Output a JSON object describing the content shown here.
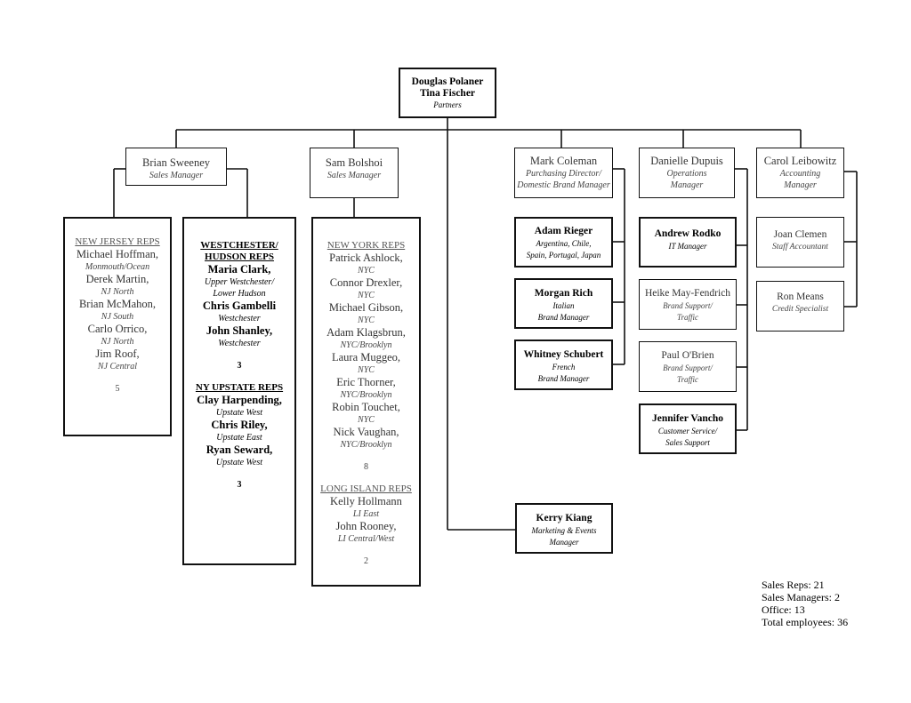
{
  "partners": {
    "names": [
      "Douglas Polaner",
      "Tina Fischer"
    ],
    "title": "Partners"
  },
  "managers": {
    "brian": {
      "name": "Brian Sweeney",
      "title": "Sales Manager"
    },
    "sam": {
      "name": "Sam Bolshoi",
      "title": "Sales Manager"
    },
    "mark": {
      "name": "Mark Coleman",
      "title_lines": [
        "Purchasing Director/",
        "Domestic Brand Manager"
      ]
    },
    "danielle": {
      "name": "Danielle Dupuis",
      "title_lines": [
        "Operations",
        "Manager"
      ]
    },
    "carol": {
      "name": "Carol Leibowitz",
      "title_lines": [
        "Accounting",
        "Manager"
      ]
    }
  },
  "nj_reps": {
    "header": "NEW JERSEY REPS",
    "reps": [
      {
        "name": "Michael Hoffman,",
        "area": "Monmouth/Ocean"
      },
      {
        "name": "Derek Martin,",
        "area": "NJ North"
      },
      {
        "name": "Brian McMahon,",
        "area": "NJ South"
      },
      {
        "name": "Carlo Orrico,",
        "area": "NJ North"
      },
      {
        "name": "Jim Roof,",
        "area": "NJ Central"
      }
    ],
    "count": "5"
  },
  "westchester": {
    "header_lines": [
      "WESTCHESTER/",
      "HUDSON REPS"
    ],
    "reps": [
      {
        "name": "Maria Clark,",
        "area_lines": [
          "Upper Westchester/",
          "Lower Hudson"
        ]
      },
      {
        "name": "Chris Gambelli",
        "area_lines": [
          "Westchester"
        ]
      },
      {
        "name": "John Shanley,",
        "area_lines": [
          "Westchester"
        ]
      }
    ],
    "count": "3",
    "upstate_header": "NY UPSTATE REPS",
    "upstate_reps": [
      {
        "name": "Clay Harpending,",
        "area": "Upstate West"
      },
      {
        "name": "Chris Riley,",
        "area": "Upstate East"
      },
      {
        "name": "Ryan Seward,",
        "area": "Upstate West"
      }
    ],
    "upstate_count": "3"
  },
  "ny_reps": {
    "header": "NEW YORK REPS",
    "reps": [
      {
        "name": "Patrick Ashlock,",
        "area": "NYC"
      },
      {
        "name": "Connor Drexler,",
        "area": "NYC"
      },
      {
        "name": "Michael Gibson,",
        "area": "NYC"
      },
      {
        "name": "Adam Klagsbrun,",
        "area": "NYC/Brooklyn"
      },
      {
        "name": "Laura Muggeo,",
        "area": "NYC"
      },
      {
        "name": "Eric Thorner,",
        "area": "NYC/Brooklyn"
      },
      {
        "name": "Robin Touchet,",
        "area": "NYC"
      },
      {
        "name": "Nick Vaughan,",
        "area": "NYC/Brooklyn"
      }
    ],
    "count": "8",
    "li_header": "LONG ISLAND REPS",
    "li_reps": [
      {
        "name": "Kelly Hollmann",
        "area": "LI East"
      },
      {
        "name": "John Rooney,",
        "area": "LI Central/West"
      }
    ],
    "li_count": "2"
  },
  "mark_reports": [
    {
      "name": "Adam Rieger",
      "lines": [
        "Argentina, Chile,",
        "Spain, Portugal, Japan"
      ]
    },
    {
      "name": "Morgan Rich",
      "lines": [
        "Italian",
        "Brand Manager"
      ]
    },
    {
      "name": "Whitney Schubert",
      "lines": [
        "French",
        "Brand Manager"
      ]
    }
  ],
  "danielle_reports": [
    {
      "name": "Andrew Rodko",
      "lines": [
        "IT Manager"
      ]
    },
    {
      "name": "Heike  May-Fendrich",
      "lines": [
        "Brand Support/",
        "Traffic"
      ]
    },
    {
      "name": "Paul O'Brien",
      "lines": [
        "Brand Support/",
        "Traffic"
      ]
    },
    {
      "name": "Jennifer Vancho",
      "lines": [
        "Customer Service/",
        "Sales Support"
      ]
    }
  ],
  "carol_reports": [
    {
      "name": "Joan Clemen",
      "lines": [
        "Staff Accountant"
      ]
    },
    {
      "name": "Ron Means",
      "lines": [
        "Credit Specialist"
      ]
    }
  ],
  "marketing": {
    "name": "Kerry Kiang",
    "lines": [
      "Marketing & Events",
      "Manager"
    ]
  },
  "totals": [
    "Sales Reps: 21",
    "Sales Managers: 2",
    "Office: 13",
    "Total employees: 36"
  ]
}
